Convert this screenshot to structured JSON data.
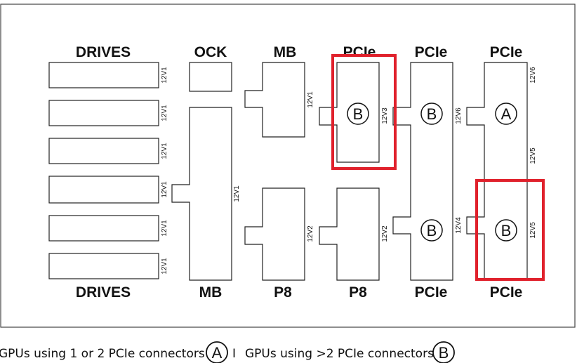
{
  "headers": {
    "drives_top": "DRIVES",
    "ock": "OCK",
    "mb_top": "MB",
    "pcie_top_1": "PCIe",
    "pcie_top_2": "PCIe",
    "pcie_top_3": "PCIe",
    "drives_bottom": "DRIVES",
    "mb_bottom": "MB",
    "p8_1": "P8",
    "p8_2": "P8",
    "pcie_bottom_1": "PCIe",
    "pcie_bottom_2": "PCIe"
  },
  "rails": {
    "drive1": "12V1",
    "drive2": "12V1",
    "drive3": "12V1",
    "drive4": "12V1",
    "drive5": "12V1",
    "drive6": "12V1",
    "mb_big": "12V1",
    "mb_top": "12V1",
    "pcie_b_top": "12V3",
    "pcie_col2_top": "12V6",
    "pcie_col3_top": "12V6",
    "pcie_col3_mid": "12V5",
    "p8_left": "12V2",
    "p8_right": "12V2",
    "pcie_col2_bottom": "12V4",
    "pcie_col3_bottom": "12V5"
  },
  "badges": {
    "b1": "B",
    "b2": "B",
    "a1": "A",
    "b3": "B",
    "b4": "B"
  },
  "legend": {
    "text_a": "GPUs using 1 or 2 PCIe connectors =",
    "badge_a": "A",
    "separator": "I",
    "text_b": "GPUs using >2 PCIe connectors =",
    "badge_b": "B"
  },
  "colors": {
    "highlight": "#e0212c",
    "line": "#222222"
  }
}
